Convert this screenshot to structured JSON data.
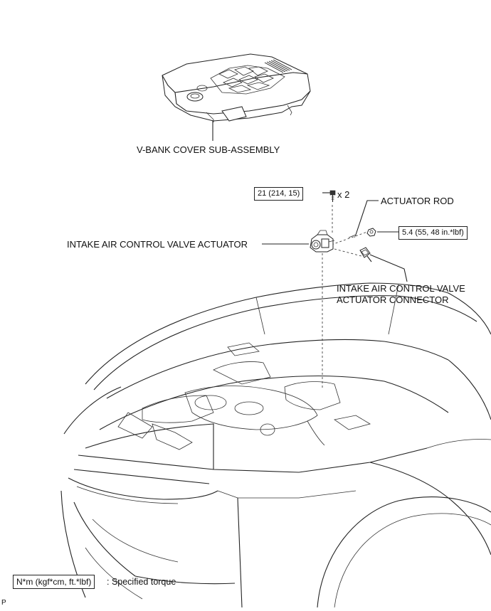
{
  "labels": {
    "vbank_cover": "V-BANK COVER SUB-ASSEMBLY",
    "actuator_rod": "ACTUATOR ROD",
    "actuator": "INTAKE AIR CONTROL VALVE ACTUATOR",
    "connector_line1": "INTAKE AIR CONTROL VALVE",
    "connector_line2": "ACTUATOR CONNECTOR",
    "bolt_qty": "x 2"
  },
  "torque": {
    "bolt": "21 (214, 15)",
    "nut": "5.4 (55, 48 in.*lbf)"
  },
  "legend": {
    "unit_box": "N*m (kgf*cm, ft.*lbf)",
    "description": ": Specified torque"
  },
  "corner_mark": "P"
}
